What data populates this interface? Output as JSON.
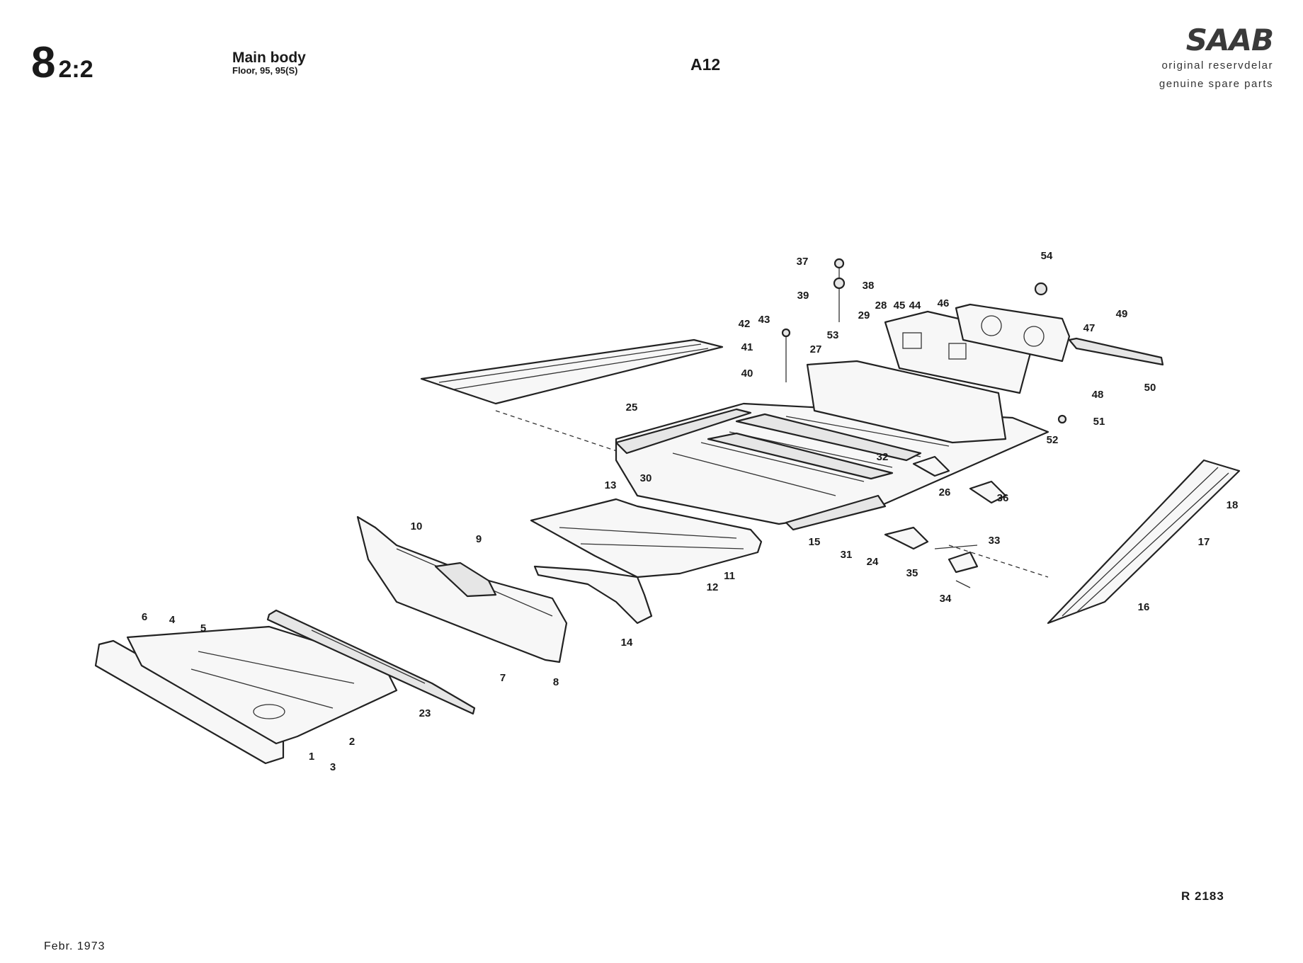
{
  "header": {
    "section_major": "8",
    "section_minor": "2:2",
    "title": "Main body",
    "subtitle": "Floor, 95, 95(S)",
    "code": "A12",
    "brand": "SAAB",
    "brand_line1": "original reservdelar",
    "brand_line2": "genuine spare parts"
  },
  "footer": {
    "reference": "R 2183",
    "date": "Febr. 1973"
  },
  "callouts": [
    "1",
    "2",
    "3",
    "4",
    "5",
    "6",
    "7",
    "8",
    "9",
    "10",
    "11",
    "12",
    "13",
    "14",
    "15",
    "16",
    "17",
    "18",
    "23",
    "24",
    "25",
    "26",
    "27",
    "28",
    "29",
    "30",
    "31",
    "32",
    "33",
    "34",
    "35",
    "36",
    "37",
    "38",
    "39",
    "40",
    "41",
    "42",
    "43",
    "44",
    "45",
    "46",
    "47",
    "48",
    "49",
    "50",
    "51",
    "52",
    "53",
    "54"
  ]
}
